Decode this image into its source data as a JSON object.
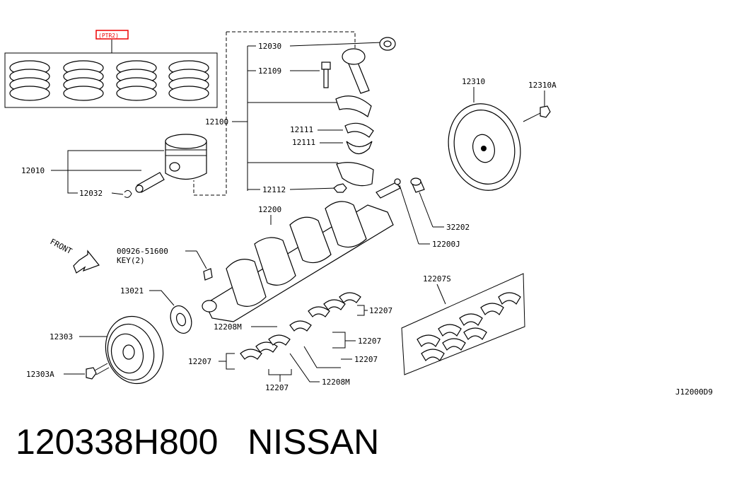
{
  "highlight_label": "(PTR2)",
  "labels": {
    "con_rod_bushing": "12030",
    "con_rod_bolt": "12109",
    "con_rod_assembly": "12100",
    "bearing_a": "12111",
    "bearing_b": "12111",
    "con_rod_nut": "12112",
    "piston": "12010",
    "snap_ring": "12032",
    "crankshaft": "12200",
    "pilot_bushing": "32202",
    "crank_pin": "12200J",
    "flywheel": "12310",
    "flywheel_bolt": "12310A",
    "key_part": "00926-51600",
    "key_desc": "KEY(2)",
    "sprocket": "13021",
    "pulley": "12303",
    "pulley_bolt": "12303A",
    "main_bearing_set": "12207S",
    "main_bearing_1": "12207",
    "main_bearing_2": "12207",
    "main_bearing_3": "12207",
    "main_bearing_4": "12207",
    "main_bearing_5": "12207",
    "thrust_washer_1": "12208M",
    "thrust_washer_2": "12208M",
    "front": "FRONT",
    "drawing_code": "J12000D9"
  },
  "footer": {
    "part_number": "120338H800",
    "brand": "NISSAN"
  }
}
